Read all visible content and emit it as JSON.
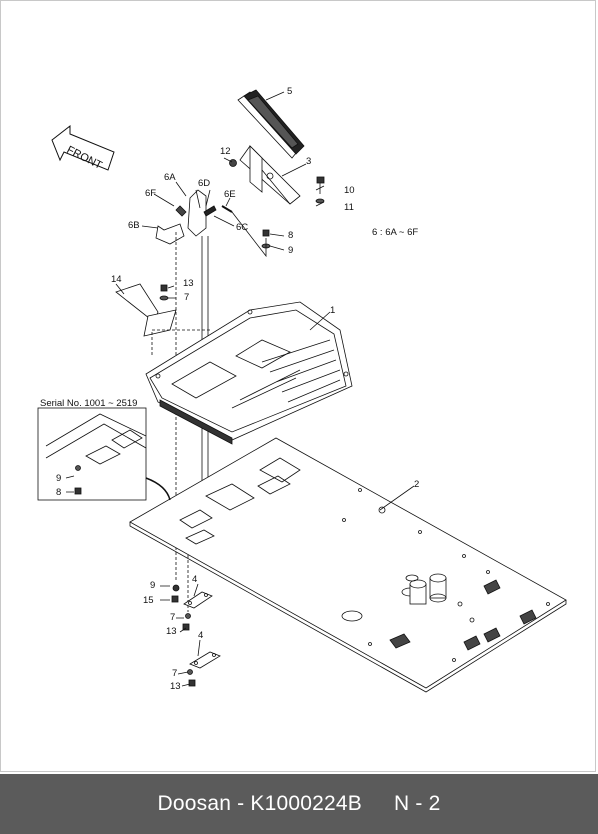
{
  "diagram": {
    "front_label": "FRONT",
    "serial_note": "Serial No. 1001 ~ 2519",
    "group_note": "6 : 6A ~ 6F",
    "callouts": {
      "p1": "1",
      "p2": "2",
      "p3": "3",
      "p4a": "4",
      "p4b": "4",
      "p5": "5",
      "p6a": "6A",
      "p6b": "6B",
      "p6c": "6C",
      "p6d": "6D",
      "p6e": "6E",
      "p6f": "6F",
      "p7a": "7",
      "p7b": "7",
      "p7c": "7",
      "p8a": "8",
      "p8b": "8",
      "p9a": "9",
      "p9b": "9",
      "p9c": "9",
      "p10": "10",
      "p11": "11",
      "p12": "12",
      "p13a": "13",
      "p13b": "13",
      "p13c": "13",
      "p14": "14",
      "p15": "15"
    }
  },
  "footer": {
    "brand": "Doosan",
    "separator": " - ",
    "part_number": "K1000224B",
    "page": "N - 2"
  }
}
